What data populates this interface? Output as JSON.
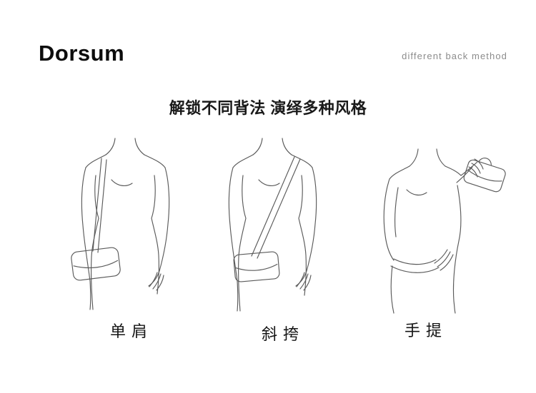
{
  "header": {
    "brand": "Dorsum",
    "tagline": "different back method"
  },
  "headline": "解锁不同背法 演绎多种风格",
  "methods": [
    {
      "id": "shoulder",
      "label": "单肩",
      "illustration": "woman-wearing-bag-on-one-shoulder"
    },
    {
      "id": "crossbody",
      "label": "斜挎",
      "illustration": "woman-wearing-bag-crossbody"
    },
    {
      "id": "handheld",
      "label": "手提",
      "illustration": "woman-holding-bag-by-hand"
    }
  ],
  "colors": {
    "background": "#ffffff",
    "text": "#1a1a1a",
    "tagline": "#8c8c8c",
    "line_art": "#5a5a5a"
  }
}
